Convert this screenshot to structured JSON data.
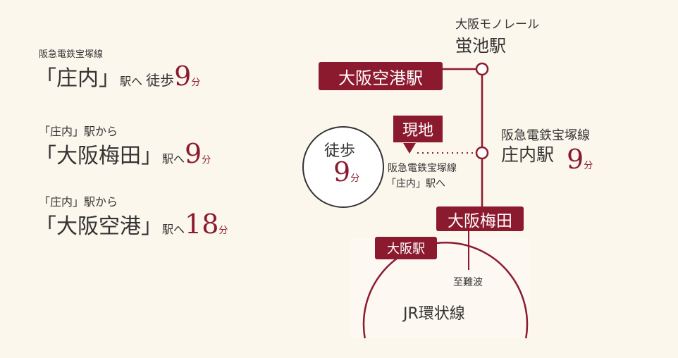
{
  "colors": {
    "accent": "#8c1a2e",
    "background": "#fbf7ec"
  },
  "left": {
    "r1": {
      "line": "阪急電鉄宝塚線",
      "station": "「庄内」",
      "to": "駅へ",
      "walk": "徒歩",
      "num": "9",
      "unit": "分"
    },
    "r2": {
      "from": "「庄内」駅から",
      "station": "「大阪梅田」",
      "to": "駅へ",
      "num": "9",
      "unit": "分"
    },
    "r3": {
      "from": "「庄内」駅から",
      "station": "「大阪空港」",
      "to": "駅へ",
      "num": "18",
      "unit": "分"
    }
  },
  "map": {
    "monorail_line": "大阪モノレール",
    "hotarugaike": "蛍池駅",
    "airport": "大阪空港駅",
    "here": "現地",
    "walk_label": "徒歩",
    "walk_num": "9",
    "walk_unit": "分",
    "walk_note1": "阪急電鉄宝塚線",
    "walk_note2": "「庄内」駅へ",
    "shonai_line": "阪急電鉄宝塚線",
    "shonai": "庄内駅",
    "shonai_num": "9",
    "shonai_unit": "分",
    "umeda": "大阪梅田",
    "osaka": "大阪駅",
    "namba": "至難波",
    "jr": "JR環状線"
  }
}
